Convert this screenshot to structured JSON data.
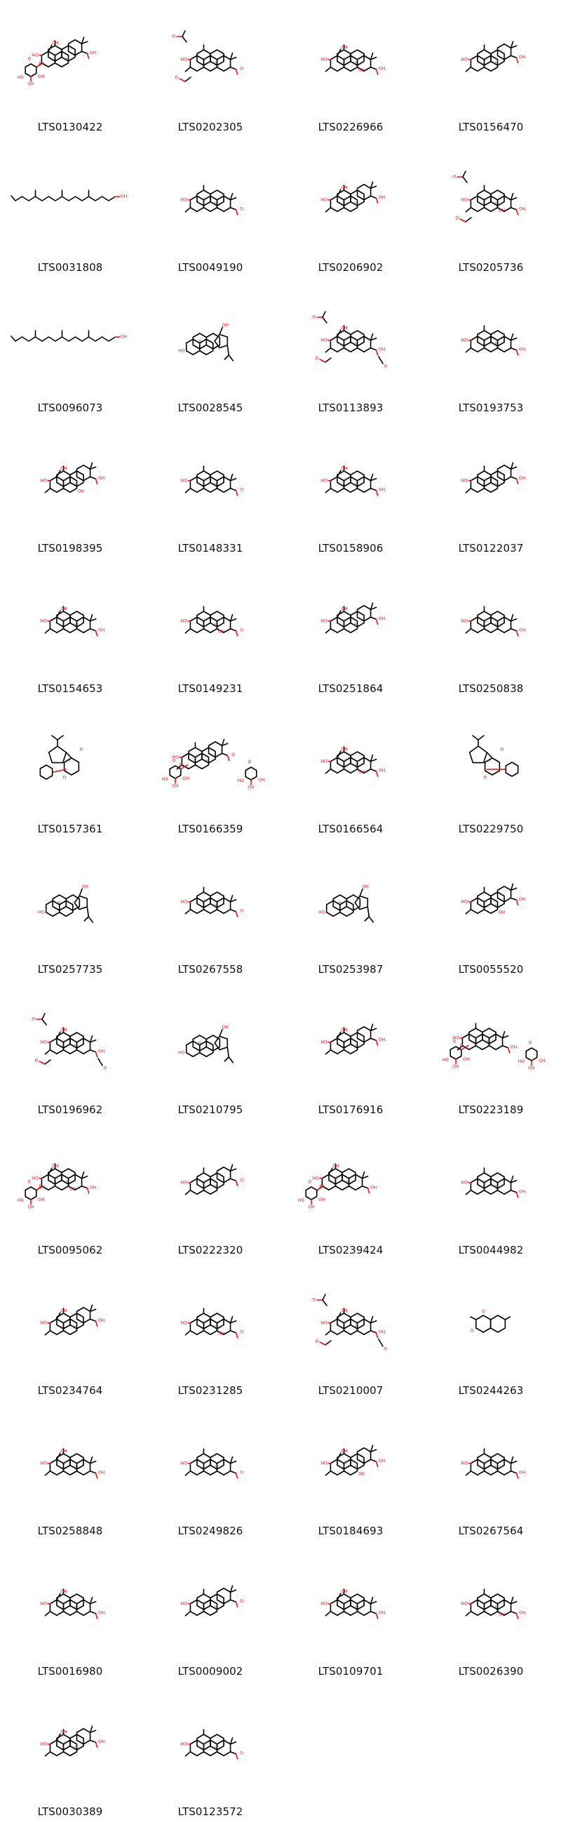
{
  "grid": {
    "molecules": [
      {
        "id": "LTS0130422",
        "type": "glyco"
      },
      {
        "id": "LTS0202305",
        "type": "acetyl"
      },
      {
        "id": "LTS0226966",
        "type": "penta"
      },
      {
        "id": "LTS0156470",
        "type": "penta"
      },
      {
        "id": "LTS0031808",
        "type": "chain"
      },
      {
        "id": "LTS0049190",
        "type": "penta"
      },
      {
        "id": "LTS0206902",
        "type": "penta"
      },
      {
        "id": "LTS0205736",
        "type": "acetyl"
      },
      {
        "id": "LTS0096073",
        "type": "chain"
      },
      {
        "id": "LTS0028545",
        "type": "lupane"
      },
      {
        "id": "LTS0113893",
        "type": "acetyl"
      },
      {
        "id": "LTS0193753",
        "type": "penta"
      },
      {
        "id": "LTS0198395",
        "type": "penta"
      },
      {
        "id": "LTS0148331",
        "type": "penta"
      },
      {
        "id": "LTS0158906",
        "type": "penta"
      },
      {
        "id": "LTS0122037",
        "type": "penta"
      },
      {
        "id": "LTS0154653",
        "type": "penta"
      },
      {
        "id": "LTS0149231",
        "type": "penta"
      },
      {
        "id": "LTS0251864",
        "type": "penta"
      },
      {
        "id": "LTS0250838",
        "type": "penta"
      },
      {
        "id": "LTS0157361",
        "type": "cage"
      },
      {
        "id": "LTS0166359",
        "type": "glyco"
      },
      {
        "id": "LTS0166564",
        "type": "penta"
      },
      {
        "id": "LTS0229750",
        "type": "cage2"
      },
      {
        "id": "LTS0257735",
        "type": "lupane"
      },
      {
        "id": "LTS0267558",
        "type": "penta"
      },
      {
        "id": "LTS0253987",
        "type": "lupane"
      },
      {
        "id": "LTS0055520",
        "type": "penta"
      },
      {
        "id": "LTS0196962",
        "type": "acetyl"
      },
      {
        "id": "LTS0210795",
        "type": "lupane"
      },
      {
        "id": "LTS0176916",
        "type": "penta"
      },
      {
        "id": "LTS0223189",
        "type": "glyco"
      },
      {
        "id": "LTS0095062",
        "type": "glyco"
      },
      {
        "id": "LTS0222320",
        "type": "penta"
      },
      {
        "id": "LTS0239424",
        "type": "glyco"
      },
      {
        "id": "LTS0044982",
        "type": "penta"
      },
      {
        "id": "LTS0234764",
        "type": "penta"
      },
      {
        "id": "LTS0231285",
        "type": "penta"
      },
      {
        "id": "LTS0210007",
        "type": "acetyl"
      },
      {
        "id": "LTS0244263",
        "type": "small"
      },
      {
        "id": "LTS0258848",
        "type": "penta"
      },
      {
        "id": "LTS0249826",
        "type": "penta"
      },
      {
        "id": "LTS0184693",
        "type": "penta"
      },
      {
        "id": "LTS0267564",
        "type": "penta"
      },
      {
        "id": "LTS0016980",
        "type": "penta"
      },
      {
        "id": "LTS0009002",
        "type": "penta"
      },
      {
        "id": "LTS0109701",
        "type": "penta"
      },
      {
        "id": "LTS0026390",
        "type": "penta"
      },
      {
        "id": "LTS0030389",
        "type": "penta"
      },
      {
        "id": "LTS0123572",
        "type": "penta"
      }
    ]
  },
  "colors": {
    "bond": "#000000",
    "oxygen": "#ff0d0d",
    "label": "#111111",
    "background": "#ffffff"
  }
}
